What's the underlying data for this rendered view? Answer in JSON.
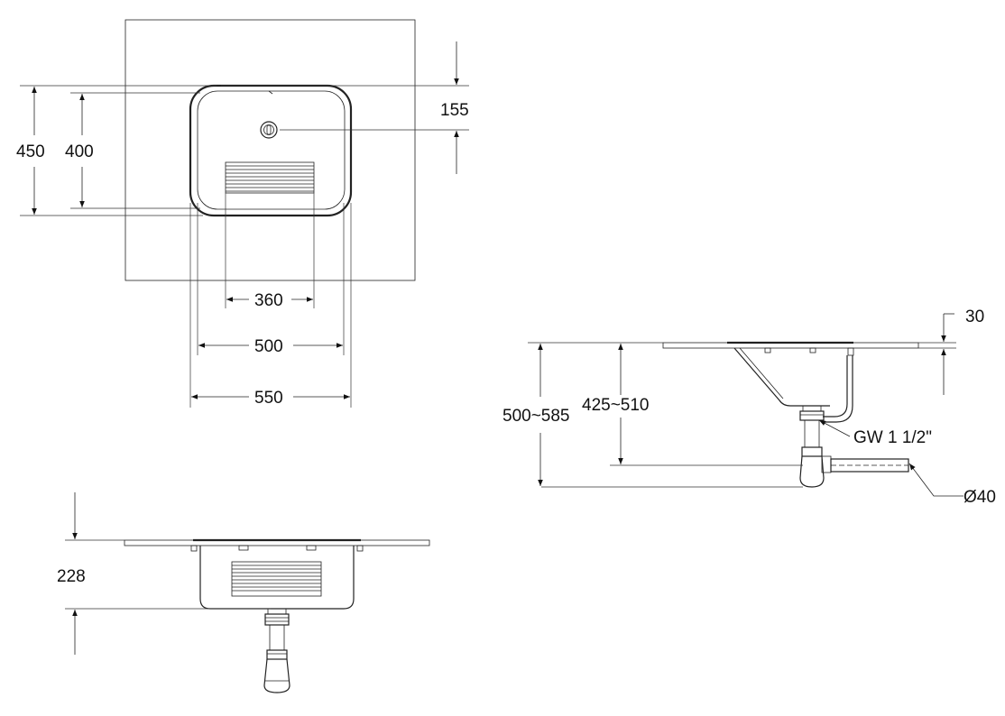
{
  "top_view": {
    "height_overall": "450",
    "height_bowl": "400",
    "drain_offset": "155",
    "grate_width": "360",
    "bowl_width": "500",
    "overall_width": "550"
  },
  "side_view": {
    "depth": "228"
  },
  "section_view": {
    "rim_thickness": "30",
    "height_range_outer": "500~585",
    "height_range_inner": "425~510",
    "thread_label": "GW 1 1/2\"",
    "pipe_diameter": "Ø40"
  }
}
